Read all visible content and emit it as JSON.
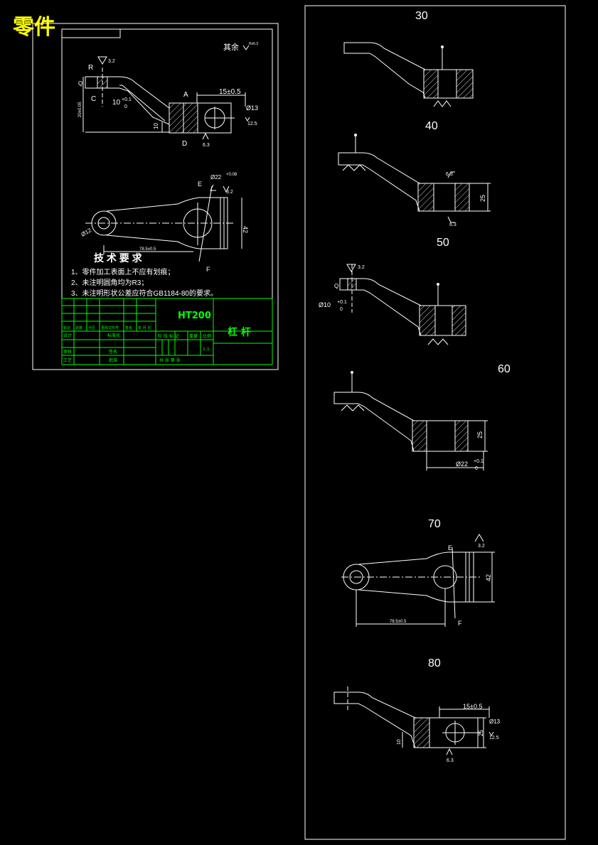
{
  "corner_title": "零件",
  "part": {
    "roughness_note": "其余",
    "roughness_note_value": "Rz6.3",
    "dims_top": {
      "r_label": "R",
      "c_label": "C",
      "a_label": "A",
      "d_label": "D",
      "q_label": "Q",
      "hole_width": "15±0.5",
      "hole_dia": "Ø13",
      "slot": "10",
      "slot_tol": "+0.1",
      "slot_tol2": "0",
      "ra_32": "3.2",
      "ra_63": "6.3",
      "ra_125": "12.5",
      "depth": "10",
      "side_dim": "20±0.05"
    },
    "dims_bottom": {
      "big_hole": "Ø22",
      "big_hole_tol": "+0.08",
      "small_dia": "Ø12",
      "length": "78.5±0.5",
      "height": "42",
      "e_label": "E",
      "f_label": "F",
      "ra_32": "3.2"
    },
    "tech_title": "技 术 要 求",
    "tech_items": [
      "1、零件加工表面上不应有划痕；",
      "2、未注明圆角均为R3；",
      "3、未注明形状公差应符合GB1184-80的要求。"
    ],
    "title_block": {
      "material": "HT200",
      "part_name": "杠 杆",
      "row1": [
        "标记",
        "处数",
        "分区",
        "更改文件号",
        "签名",
        "年 月 日"
      ],
      "design": "设计",
      "std": "标准化",
      "check": "审核",
      "craft": "工艺",
      "approve": "批准",
      "stage": "阶 段 标 记",
      "weight": "重量",
      "scale": "比例",
      "scale_val": "1:1",
      "sheet": "共 张 第 张",
      "sig": "签名"
    }
  },
  "steps": [
    {
      "label": "30"
    },
    {
      "label": "40",
      "ra": "6.3",
      "ra2": "6.3",
      "dim": "25"
    },
    {
      "label": "50",
      "ra": "3.2",
      "dia": "Ø10",
      "tol1": "+0.1",
      "tol2": "0",
      "q": "Q"
    },
    {
      "label": "60",
      "dim": "25",
      "dia": "Ø22",
      "tol1": "+0.1",
      "tol2": "0"
    },
    {
      "label": "70",
      "ra": "3.2",
      "dim": "42",
      "length": "78.5±0.5",
      "e": "E",
      "f": "F"
    },
    {
      "label": "80",
      "width": "15±0.5",
      "dia": "Ø13",
      "ra": "12.5",
      "ra2": "6.3",
      "dim": "25",
      "dep": "10"
    }
  ]
}
